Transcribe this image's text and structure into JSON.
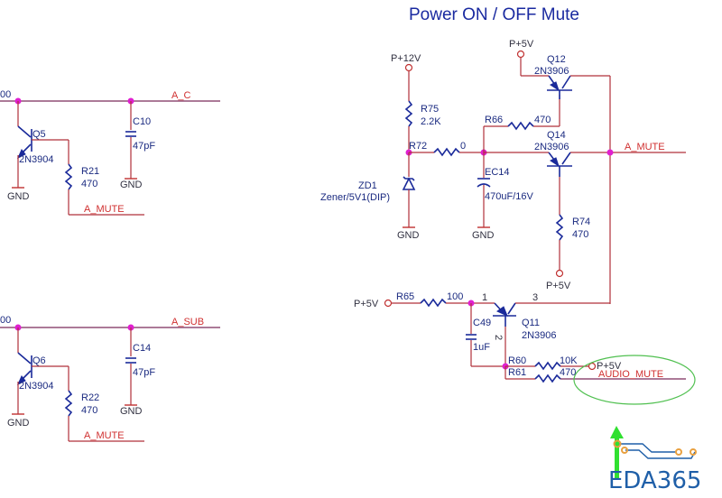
{
  "title": "Power ON / OFF Mute",
  "colors": {
    "wire": "#b0303a",
    "component": "#1a2a9a",
    "junction": "#e020d0",
    "net_label": "#d03030",
    "title": "#1a2aa0",
    "highlight_ellipse": "#50c050",
    "logo_blue": "#1f5fa8",
    "logo_orange": "#e8a040",
    "logo_arrow": "#30e030"
  },
  "left_top": {
    "cut_label": "00",
    "net": "A_C",
    "transistor": {
      "ref": "Q5",
      "part": "2N3904"
    },
    "resistor": {
      "ref": "R21",
      "value": "470"
    },
    "capacitor": {
      "ref": "C10",
      "value": "47pF"
    },
    "gnd1": "GND",
    "gnd2": "GND",
    "mute_net": "A_MUTE"
  },
  "left_bottom": {
    "cut_label": "00",
    "net": "A_SUB",
    "transistor": {
      "ref": "Q6",
      "part": "2N3904"
    },
    "resistor": {
      "ref": "R22",
      "value": "470"
    },
    "capacitor": {
      "ref": "C14",
      "value": "47pF"
    },
    "gnd1": "GND",
    "gnd2": "GND",
    "mute_net": "A_MUTE"
  },
  "right": {
    "p12v": "P+12V",
    "r75": {
      "ref": "R75",
      "value": "2.2K"
    },
    "r72": {
      "ref": "R72",
      "value": "0"
    },
    "zd1": {
      "ref": "ZD1",
      "value": "Zener/5V1(DIP)"
    },
    "gnd_zd": "GND",
    "ec14": {
      "ref": "EC14",
      "value": "470uF/16V"
    },
    "gnd_ec": "GND",
    "r66": {
      "ref": "R66",
      "value": "470"
    },
    "q12": {
      "ref": "Q12",
      "part": "2N3906"
    },
    "q12_pwr": "P+5V",
    "q14": {
      "ref": "Q14",
      "part": "2N3906"
    },
    "a_mute": "A_MUTE",
    "r74": {
      "ref": "R74",
      "value": "470"
    },
    "r74_pwr": "P+5V",
    "r65": {
      "ref": "R65",
      "value": "100"
    },
    "r65_pwr": "P+5V",
    "c49": {
      "ref": "C49",
      "value": "1uF"
    },
    "q11": {
      "ref": "Q11",
      "part": "2N3906",
      "pin1": "1",
      "pin2": "2",
      "pin3": "3"
    },
    "r60": {
      "ref": "R60",
      "value": "10K"
    },
    "r60_pwr": "P+5V",
    "r61": {
      "ref": "R61",
      "value": "470"
    },
    "audio_mute": "AUDIO_MUTE"
  },
  "logo": {
    "text": "EDA365"
  }
}
